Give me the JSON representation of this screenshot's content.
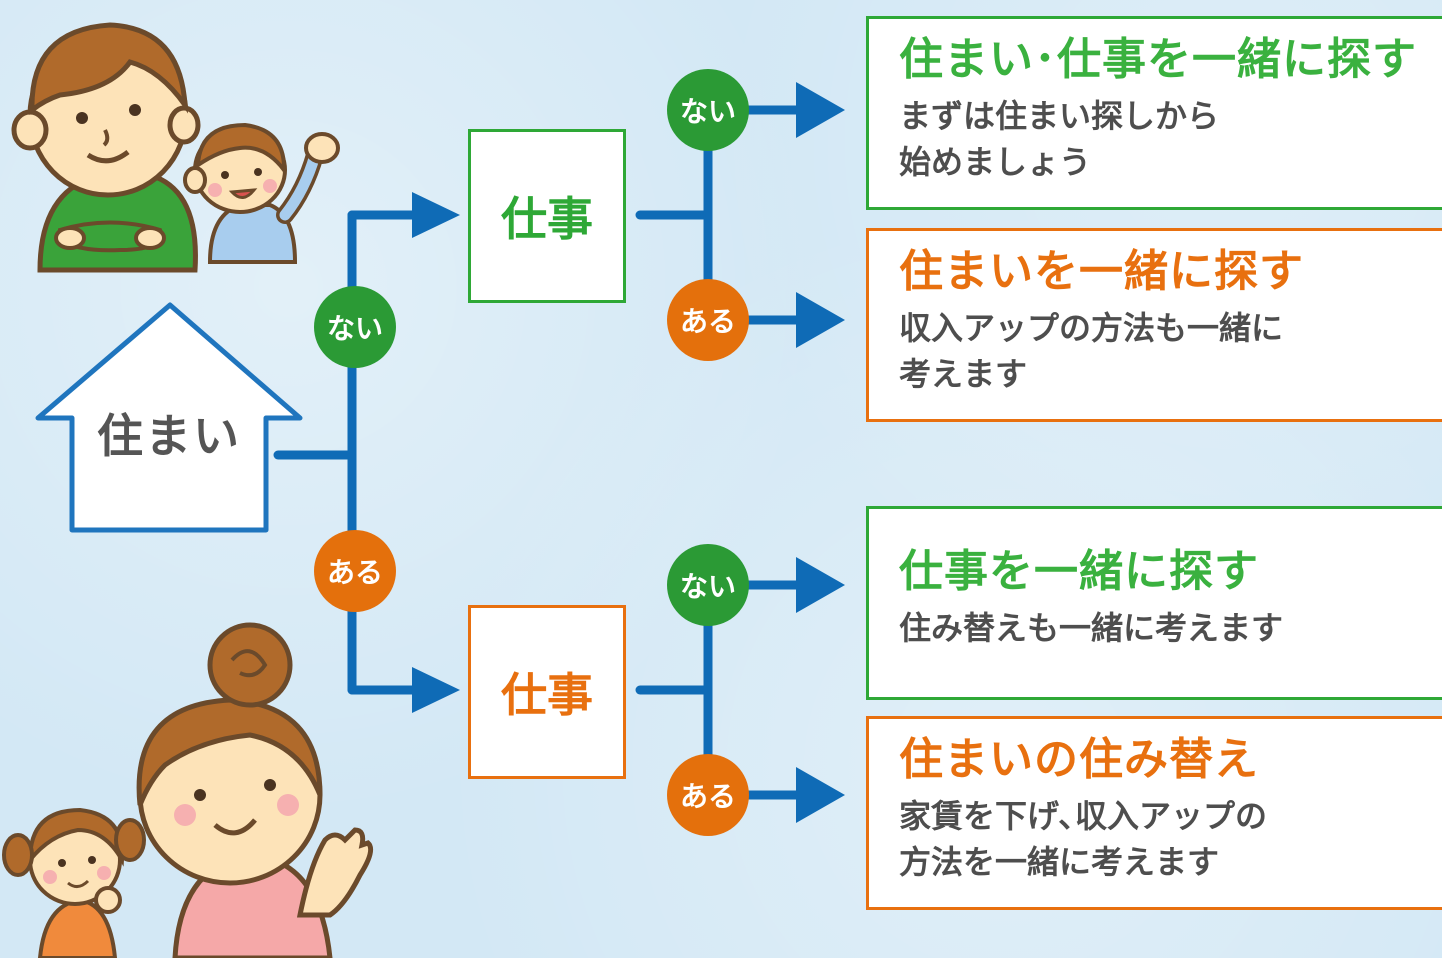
{
  "colors": {
    "green": "#2ea836",
    "orange": "#e8700f",
    "blue_line": "#0f6bb6",
    "background": "#d3e8f5"
  },
  "root": {
    "label": "住まい"
  },
  "branches": {
    "nai_label": "ない",
    "aru_label": "ある"
  },
  "job_boxes": [
    {
      "label": "仕事",
      "color": "green"
    },
    {
      "label": "仕事",
      "color": "orange"
    }
  ],
  "results": [
    {
      "title": "住まい･仕事を一緒に探す",
      "description": "まずは住まい探しから\n始めましょう",
      "color": "green"
    },
    {
      "title": "住まいを一緒に探す",
      "description": "収入アップの方法も一緒に\n考えます",
      "color": "orange"
    },
    {
      "title": "仕事を一緒に探す",
      "description": "住み替えも一緒に考えます",
      "color": "green"
    },
    {
      "title": "住まいの住み替え",
      "description": "家賃を下げ､収入アップの\n方法を一緒に考えます",
      "color": "orange"
    }
  ]
}
